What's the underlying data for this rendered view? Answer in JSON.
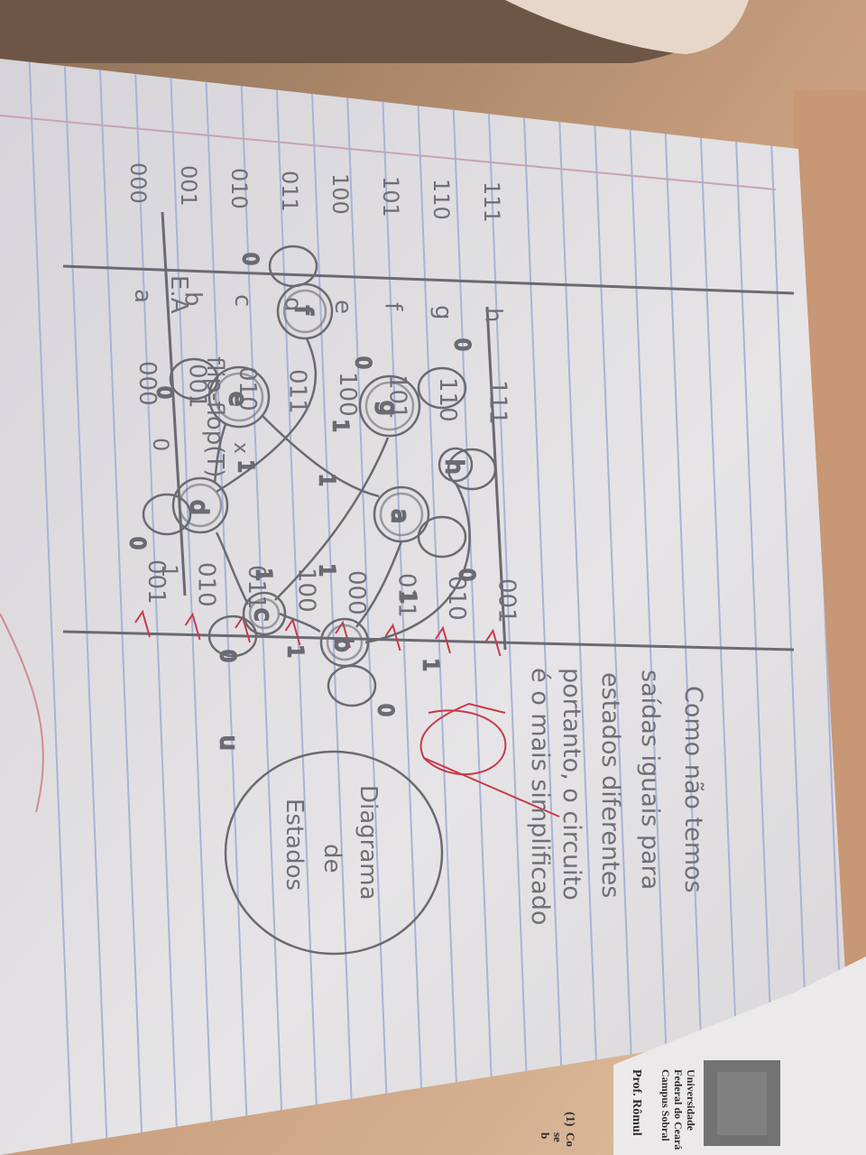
{
  "notebook": {
    "title": "flip-flop(T)",
    "input_label": "x",
    "columns": {
      "state": "E.A",
      "x0": "0",
      "x1": "1"
    },
    "rows": [
      {
        "code": "000",
        "state": "a",
        "x0": "000",
        "x1": "001"
      },
      {
        "code": "001",
        "state": "b",
        "x0": "001",
        "x1": "010"
      },
      {
        "code": "010",
        "state": "c",
        "x0": "010",
        "x1": "011"
      },
      {
        "code": "011",
        "state": "d",
        "x0": "011",
        "x1": "100"
      },
      {
        "code": "100",
        "state": "e",
        "x0": "100",
        "x1": "000"
      },
      {
        "code": "101",
        "state": "f",
        "x0": "101",
        "x1": "011"
      },
      {
        "code": "110",
        "state": "g",
        "x0": "110",
        "x1": "010"
      },
      {
        "code": "111",
        "state": "h",
        "x0": "111",
        "x1": "001"
      }
    ],
    "note": [
      "Como não temos",
      "saídas iguais para",
      "estados diferentes",
      "portanto, o circuito",
      "é o mais simplificado"
    ],
    "diagram_label": [
      "Diagrama",
      "de",
      "Estados"
    ],
    "nodes": [
      "a",
      "b",
      "c",
      "d",
      "e",
      "f",
      "g",
      "h"
    ],
    "edge_labels": {
      "zero": "0",
      "one": "1"
    },
    "marks": {
      "extra": "u"
    }
  },
  "handout": {
    "institution": [
      "Universidade",
      "Federal do Ceará",
      "Campus Sobral"
    ],
    "professor": "Prof. Rômul",
    "item_number": "(1)",
    "item_text": [
      "Co",
      "se",
      "b"
    ]
  },
  "colors": {
    "paper": "#e4e2e4",
    "rule": "#a9b3d6",
    "pencil": "#6f6f78",
    "red": "#c83a4a"
  }
}
